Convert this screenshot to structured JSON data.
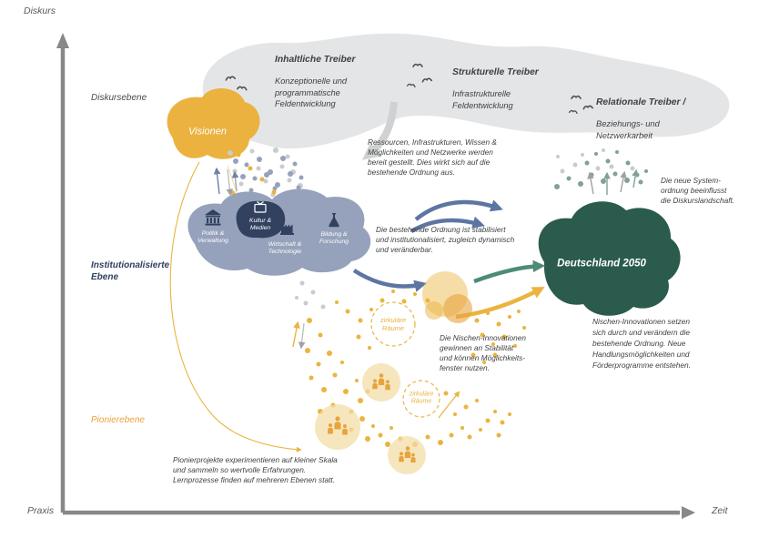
{
  "axes": {
    "y_label": "Diskurs",
    "x_label_left": "Praxis",
    "x_label_right": "Zeit"
  },
  "levels": {
    "discourse": "Diskursebene",
    "institutional": "Institutionalisierte\nEbene",
    "pioneer": "Pionierebene"
  },
  "landscape": {
    "drivers": [
      {
        "title": "Inhaltliche Treiber",
        "subtitle": "Konzeptionelle und\nprogrammatische\nFeldentwicklung"
      },
      {
        "title": "Strukturelle Treiber",
        "subtitle": "Infrastrukturelle\nFeldentwicklung"
      },
      {
        "title": "Relationale Treiber /",
        "subtitle": "Beziehungs- und\nNetzwerkarbeit"
      }
    ]
  },
  "nodes": {
    "visionen": "Visionen",
    "deutschland": "Deutschland 2050",
    "regime_sectors": [
      "Politik &\nVerwaltung",
      "Kultur &\nMedien",
      "Wirtschaft &\nTechnologie",
      "Bildung &\nForschung"
    ],
    "circular_space": "zirkuläre\nRäume"
  },
  "annotations": {
    "resources": "Ressourcen, Infrastrukturen, Wissen &\nMöglichkeiten und Netzwerke werden\nbereit gestellt. Dies wirkt sich auf die\nbestehende Ordnung aus.",
    "order": "Die bestehende Ordnung ist stabilisiert\nund institutionalisiert, zugleich dynamisch\nund veränderbar.",
    "system": "Die neue System-\nordnung beeinflusst\ndie Diskurslandschaft.",
    "niche_breakthrough": "Nischen-Innovationen setzen\nsich durch und verändern die\nbestehende Ordnung. Neue\nHandlungsmöglichkeiten und\nFörderprogramme entstehen.",
    "niche_stability": "Die Nischen-Innovationen\ngewinnen an Stabilität\nund können Möglichkeits-\nfenster nutzen.",
    "pioneers": "Pionierprojekte experimentieren auf kleiner Skala\nund sammeln so wertvolle Erfahrungen.\nLernprozesse finden auf mehreren Ebenen statt."
  },
  "colors": {
    "accent_yellow": "#EAB43E",
    "regime_blue": "#96A2BB",
    "dark_blue": "#31415F",
    "green": "#2A5B4D",
    "landscape_gray": "#E4E5E7",
    "steel_blue": "#5D75A3",
    "teal": "#4D8A78",
    "text_dark": "#3F3F3F",
    "axis_gray": "#87888A"
  }
}
